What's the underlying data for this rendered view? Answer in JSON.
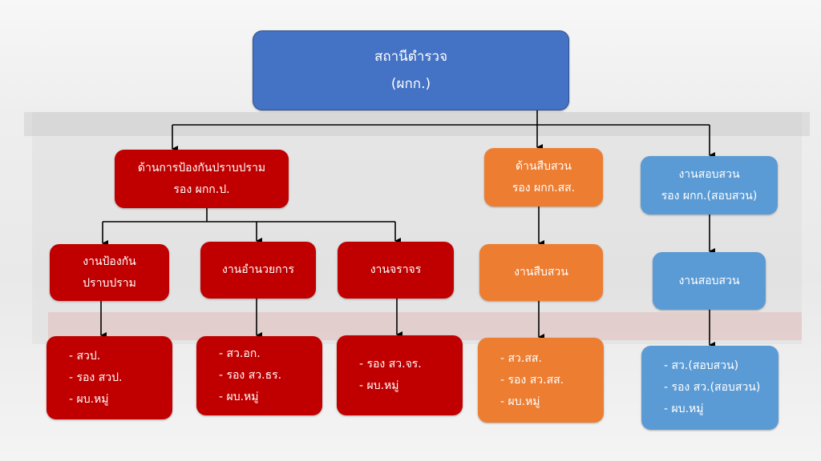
{
  "top": {
    "line1": "สถานีตำรวจ",
    "line2": "(ผกก.)"
  },
  "divisions": [
    {
      "line1": "ด้านการป้องกันปราบปราม",
      "line2": "รอง ผกก.ป."
    },
    {
      "line1": "ด้านสืบสวน",
      "line2": "รอง ผกก.สส."
    },
    {
      "line1": "งานสอบสวน",
      "line2": "รอง ผกก.(สอบสวน)"
    }
  ],
  "units": [
    {
      "line1": "งานป้องกัน",
      "line2": "ปราบปราม"
    },
    {
      "line1": "งานอำนวยการ"
    },
    {
      "line1": "งานจราจร"
    },
    {
      "line1": "งานสืบสวน"
    },
    {
      "line1": "งานสอบสวน"
    }
  ],
  "staff": [
    [
      "- สวป.",
      "- รอง สวป.",
      "- ผบ.หมู่"
    ],
    [
      "- สว.อก.",
      "- รอง สว.ธร.",
      "- ผบ.หมู่"
    ],
    [
      "- รอง สว.จร.",
      "- ผบ.หมู่"
    ],
    [
      "- สว.สส.",
      "- รอง สว.สส.",
      "- ผบ.หมู่"
    ],
    [
      "- สว.(สอบสวน)",
      "- รอง สว.(สอบสวน)",
      "- ผบ.หมู่"
    ]
  ],
  "colors": {
    "top": "#4472c4",
    "prevention": "#c00000",
    "investigation": "#ed7d31",
    "inquiry": "#5b9bd5"
  }
}
